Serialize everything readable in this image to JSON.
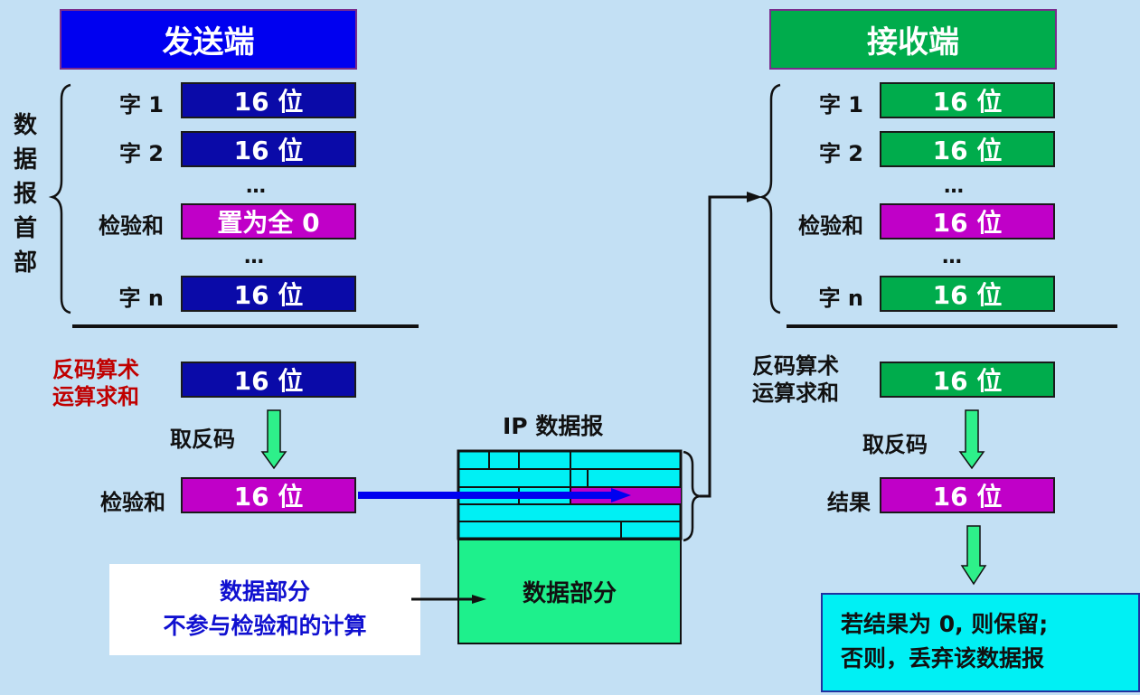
{
  "sender": {
    "title": "发送端",
    "group_label": [
      "数",
      "据",
      "报",
      "首",
      "部"
    ],
    "rows": [
      {
        "label": "字 1",
        "value": "16 位",
        "color": "blue"
      },
      {
        "label": "字 2",
        "value": "16 位",
        "color": "blue"
      },
      {
        "label": "检验和",
        "value": "置为全 0",
        "color": "magenta"
      },
      {
        "label": "字 n",
        "value": "16 位",
        "color": "blue"
      }
    ],
    "ellipsis": "…",
    "sum_label": [
      "反码算术",
      "运算求和"
    ],
    "sum_value": "16 位",
    "invert_label": "取反码",
    "checksum_label": "检验和",
    "checksum_value": "16 位"
  },
  "receiver": {
    "title": "接收端",
    "rows": [
      {
        "label": "字 1",
        "value": "16 位",
        "color": "green"
      },
      {
        "label": "字 2",
        "value": "16 位",
        "color": "green"
      },
      {
        "label": "检验和",
        "value": "16 位",
        "color": "magenta"
      },
      {
        "label": "字 n",
        "value": "16 位",
        "color": "green"
      }
    ],
    "ellipsis": "…",
    "sum_label": [
      "反码算术",
      "运算求和"
    ],
    "sum_value": "16 位",
    "invert_label": "取反码",
    "result_label": "结果",
    "result_value": "16 位",
    "decision": [
      "若结果为 0, 则保留;",
      "否则，丢弃该数据报"
    ]
  },
  "datagram": {
    "title": "IP 数据报",
    "data_part": "数据部分"
  },
  "note": [
    "数据部分",
    "不参与检验和的计算"
  ],
  "colors": {
    "background": "#c3e0f4",
    "sender_blue": "#0a0aa8",
    "header_blue": "#0000f0",
    "receiver_green": "#00ac4c",
    "checksum_magenta": "#c000c8",
    "header_cyan": "#00f0f0",
    "data_green": "#1ef08c",
    "sum_label_red": "#c00000",
    "arrow_green": "#2ef08a",
    "note_blue": "#1010d0"
  }
}
